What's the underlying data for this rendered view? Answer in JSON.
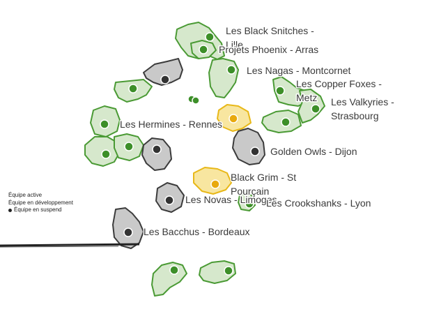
{
  "legend": {
    "active": "Équipe active",
    "dev": "Équipe en développement",
    "suspend": "Équipe en suspend"
  },
  "colors": {
    "active_fill": "#d6e8cc",
    "active_stroke": "#4a9a34",
    "active_dot": "#3d8f29",
    "dev_fill": "#f8e6a0",
    "dev_stroke": "#e8b818",
    "dev_dot": "#e8a90e",
    "suspend_fill": "#c9c9c9",
    "suspend_stroke": "#3b3b3b",
    "suspend_dot": "#333333"
  },
  "teams": [
    {
      "id": "lille",
      "label": "Les Black Snitches - Lille",
      "status": "active"
    },
    {
      "id": "arras",
      "label": "Projets Phoenix - Arras",
      "status": "active"
    },
    {
      "id": "montcornet",
      "label": "Les Nagas - Montcornet",
      "status": "active"
    },
    {
      "id": "metz",
      "label": "Les Copper Foxes - Metz",
      "status": "active"
    },
    {
      "id": "strasbourg",
      "label": "Les Valkyries - Strasbourg",
      "status": "active"
    },
    {
      "id": "rennes",
      "label": "Les Hermines - Rennes",
      "status": "active"
    },
    {
      "id": "dijon",
      "label": "Golden Owls - Dijon",
      "status": "suspend"
    },
    {
      "id": "pourcain",
      "label": "Black Grim - St Pourçain",
      "status": "dev"
    },
    {
      "id": "limoges",
      "label": "Les Novas - Limoges",
      "status": "suspend"
    },
    {
      "id": "lyon",
      "label": "Les Crookshanks - Lyon",
      "status": "active"
    },
    {
      "id": "bordeaux",
      "label": "Les Bacchus - Bordeaux",
      "status": "suspend"
    }
  ]
}
